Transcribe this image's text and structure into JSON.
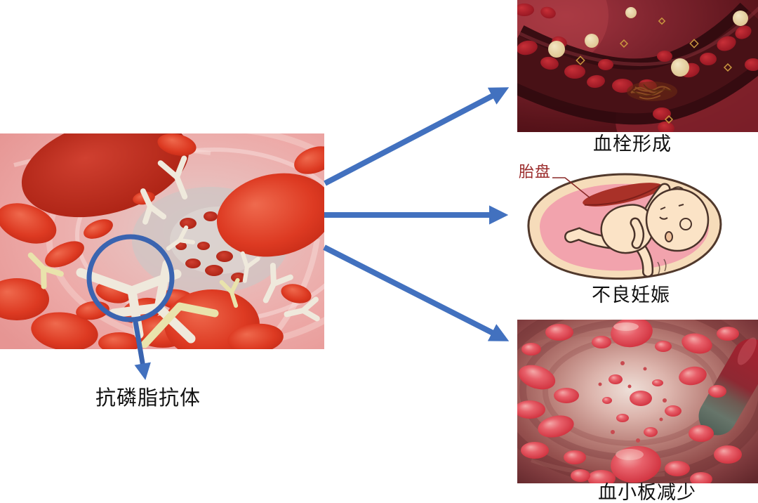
{
  "colors": {
    "background": "#ffffff",
    "annotation_blue": "#4271bf",
    "highlight_circle_blue": "#3a64b0",
    "caption_text": "#111111",
    "placenta_callout_red": "#9b2b2b"
  },
  "icons": {
    "highlight": "circle-outline-icon",
    "pointer": "straight-arrow-icon"
  },
  "source": {
    "label": "抗磷脂抗体"
  },
  "outcomes": [
    {
      "id": "thrombosis",
      "label": "血栓形成"
    },
    {
      "id": "adverse-pregnancy",
      "label": "不良妊娠",
      "callout": "胎盘"
    },
    {
      "id": "thrombocytopenia",
      "label": "血小板减少"
    }
  ]
}
